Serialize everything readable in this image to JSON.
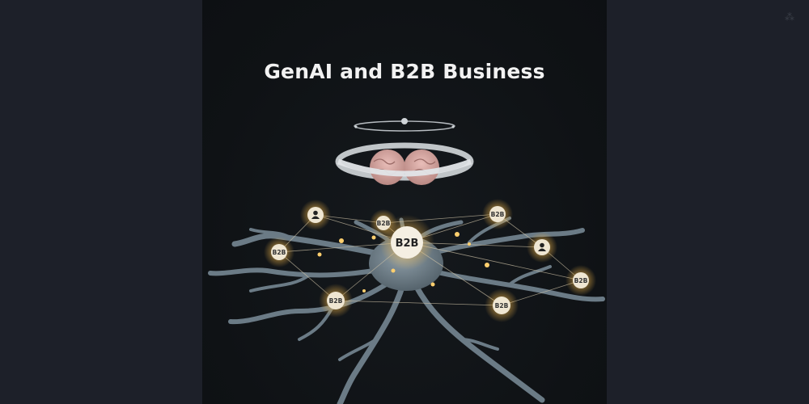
{
  "title": "GenAI and B2B Business",
  "hub_label": "B2B",
  "nodes": [
    {
      "kind": "person",
      "label": ""
    },
    {
      "kind": "b2b",
      "label": "B2B"
    },
    {
      "kind": "b2b",
      "label": "B2B"
    },
    {
      "kind": "person",
      "label": ""
    },
    {
      "kind": "b2b",
      "label": "B2B"
    },
    {
      "kind": "b2b",
      "label": "B2B"
    },
    {
      "kind": "b2b",
      "label": "B2B"
    },
    {
      "kind": "b2b",
      "label": "B2B"
    }
  ],
  "colors": {
    "glow": "#f5b94a",
    "node_fill": "#efe6d2",
    "neuron": "#6b7b86",
    "brain": "#d9a7a3",
    "ring": "#c9ced3"
  }
}
